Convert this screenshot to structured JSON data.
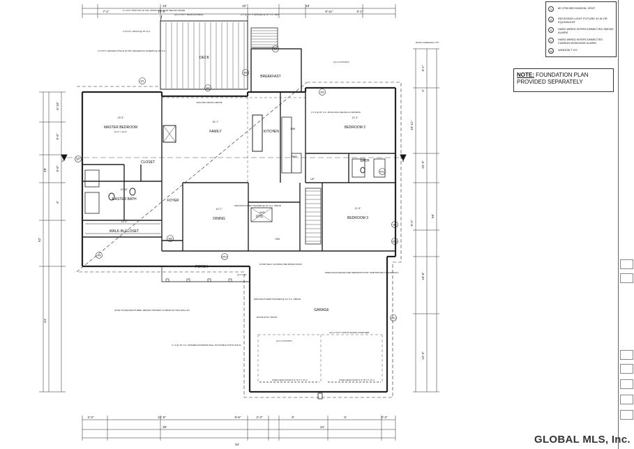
{
  "watermark": "GLOBAL MLS, Inc.",
  "note": {
    "label": "NOTE:",
    "text": "FOUNDATION PLAN PROVIDED SEPARATELY"
  },
  "legend": [
    {
      "sym": "⊙",
      "text": "80 CFM MECHANICAL VENT"
    },
    {
      "sym": "◎",
      "text": "RECESSED LIGHT FIXTURE 40 W OR EQUIVALENT"
    },
    {
      "sym": "S",
      "text": "HARD WIRED INTERCONNECTED SMOKE ALARM"
    },
    {
      "sym": "C",
      "text": "HARD WIRED INTERCONNECTED CARBON MONOXIDE ALARM"
    },
    {
      "sym": "W",
      "text": "WINDOW T.VO."
    }
  ],
  "rooms": [
    {
      "name": "MASTER BEDROOM",
      "sub": "12'-0\" x 14'-0\"",
      "dims": "13'-3\""
    },
    {
      "name": "FAMILY",
      "sub": "",
      "dims": "24'-7\""
    },
    {
      "name": "KITCHEN",
      "sub": "",
      "dims": ""
    },
    {
      "name": "BREAKFAST",
      "sub": "",
      "dims": ""
    },
    {
      "name": "BEDROOM 2",
      "sub": "",
      "dims": "12'-3\""
    },
    {
      "name": "BATH",
      "sub": "",
      "dims": ""
    },
    {
      "name": "MASTER BATH",
      "sub": "",
      "dims": "10'-10\""
    },
    {
      "name": "WALK-IN-CLOSET",
      "sub": "",
      "dims": "13'-3\""
    },
    {
      "name": "FOYER",
      "sub": "",
      "dims": ""
    },
    {
      "name": "DINING",
      "sub": "",
      "dims": "10'-7\""
    },
    {
      "name": "UTIL",
      "sub": "",
      "dims": ""
    },
    {
      "name": "BEDROOM 3",
      "sub": "",
      "dims": "11'-3\""
    },
    {
      "name": "PORCH",
      "sub": "",
      "dims": ""
    },
    {
      "name": "DECK",
      "sub": "",
      "dims": ""
    },
    {
      "name": "GARAGE",
      "sub": "",
      "dims": ""
    },
    {
      "name": "CLOSET",
      "sub": "",
      "dims": ""
    }
  ],
  "dims_top": [
    "7'-1\"",
    "14'-8\"",
    "23'",
    "10'",
    "18'",
    "8'-11\"",
    "6'-1\""
  ],
  "dims_bottom": [
    "3'-2\"",
    "21'-6\"",
    "5'-6\"",
    "2'-4\"",
    "9'",
    "5'",
    "2'-3\"",
    "30'",
    "24'",
    "54'"
  ],
  "dims_left": [
    "6'-10\"",
    "6'-6\"",
    "6'-6\"",
    "6'",
    "28'",
    "24'",
    "52'"
  ],
  "dims_right": [
    "3'-1\"",
    "3'",
    "10'-11\"",
    "22'-3\"",
    "8'-2\"",
    "16'-6\"",
    "12'-3\"",
    "50'"
  ],
  "annotations": [
    "6 x 6 P.T. POST ON 12\" DIA. SONOTUBE TO 48\" BELOW GRADE",
    "2 X 8 P.T. JOISTS @ 16\" O.C.",
    "(2) 2 X 8 P.T. BEAM (DOUBLE)",
    "2 X 12\" P.T. STRINGER @ 16\" O.C. MAX",
    "2 X 8 P.T. LEDGER ATTACH W/ 5/8\" LEDGERLOK SCREWS @ 16\" O.C. W/ 16\" PATTERN",
    "ROOF OVERHANG TYP",
    "(2) 2 X 8 POSTS",
    "VAULTED CEILING ABOVE",
    "2 X 6 @ 16\" O.C. ROOF AND CEILING IN FRAMING",
    "MANUFACTURED TRUSSES @ 24\" O.C. ABOVE",
    "20 MIN SELF CLOSING FIRE RATED DOOR",
    "DWELLING/GARAGE FIRE SEPARATION 5/8\" GWB APPLIED TO GARAGE SIDE",
    "MANUFACTURED TRUSSES @ 24\" O.C. ABOVE",
    "ROOM ATTIC TRUSS",
    "(2) 2 X 10",
    "NOTE TO MANUFACTURER: DESIGN TRUSSES TO BEAR ON THIS WALL AND CANTILEVER PORCH",
    "2 x 6 @ 16\" O.C. FRAMED EXTERIOR WALL W/ DOUBLE TOP PLATE SINGLE BOTTOM PLATE 1/2\" PLYWOOD OR OSB SHEATHING R-21 INSULATION AND SIDING TYP",
    "(3) 2 X 6 P.T. POSTS NAILED TOGETHER",
    "(2) 2 X 8 POSTS",
    "OVER HEAD DOOR 9'-0\" W X 7'-0\" H",
    "OVER HEAD DOOR 9'-0\" W X 7'-0\" H",
    "DN",
    "UP",
    "REF",
    "DW",
    "W/D",
    "A",
    "A"
  ],
  "window_tags": [
    "W1",
    "W2",
    "W3",
    "W4",
    "W5",
    "W6",
    "W7",
    "W8",
    "W9",
    "W10",
    "W11",
    "W12",
    "W13"
  ]
}
